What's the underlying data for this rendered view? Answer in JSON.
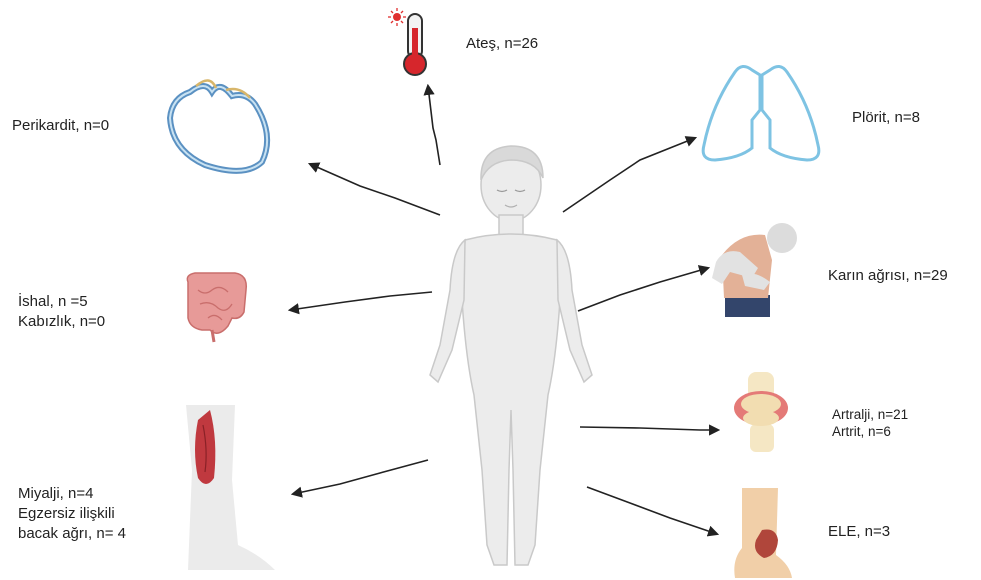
{
  "labels": {
    "ates": "Ateş, n=26",
    "perikardit": "Perikardit, n=0",
    "plorit": "Plörit, n=8",
    "ishal": "İshal, n =5",
    "kabizlik": "Kabızlık, n=0",
    "karin": "Karın ağrısı, n=29",
    "artralji": "Artralji, n=21",
    "artrit": "Artrit, n=6",
    "miyalji": "Miyalji, n=4",
    "egzersiz_1": "Egzersiz ilişkili",
    "egzersiz_2": "bacak ağrı, n= 4",
    "ele": "ELE, n=3"
  },
  "colors": {
    "arrow": "#222222",
    "body_fill": "#ececec",
    "body_stroke": "#c9c9c9",
    "lung": "#7ec3e3",
    "heart": "#5b91c2",
    "intestine": "#e79a98",
    "muscle": "#c0393f",
    "thermometer": "#d6262c",
    "skin": "#f1cfa8"
  },
  "icons": [
    "thermometer-icon",
    "heart-pericardium-icon",
    "lungs-icon",
    "intestine-icon",
    "abdominal-pain-person-icon",
    "knee-joint-icon",
    "leg-muscle-icon",
    "leg-rash-icon",
    "human-body-figure"
  ]
}
